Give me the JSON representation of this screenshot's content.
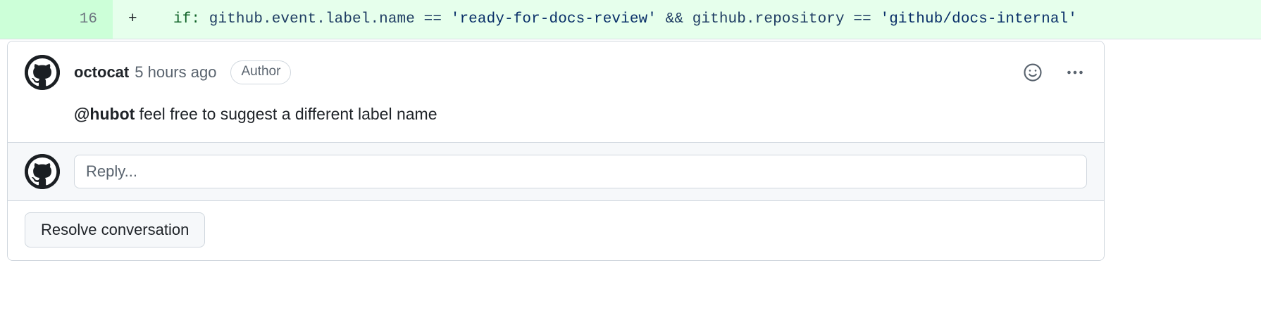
{
  "diff": {
    "line_number": "16",
    "marker": "+",
    "code_full": "if: github.event.label.name == 'ready-for-docs-review' && github.repository == 'github/docs-internal'",
    "tokens": {
      "keyword": "if:",
      "expr_left": " github.event.label.name ",
      "eq1": "==",
      "string1": " 'ready-for-docs-review' ",
      "and": "&&",
      "expr_right": " github.repository ",
      "eq2": "==",
      "string2": " 'github/docs-internal'"
    },
    "added_bg": "#e6ffec",
    "lineno_bg": "#ccffd8"
  },
  "comment": {
    "avatar_name": "octocat-avatar",
    "author": "octocat",
    "timestamp": "5 hours ago",
    "badge": "Author",
    "body_mention": "@hubot",
    "body_rest": " feel free to suggest a different label name",
    "actions": {
      "react": "smiley-icon",
      "more": "kebab-menu-icon"
    }
  },
  "reply": {
    "avatar_name": "viewer-avatar",
    "placeholder": "Reply...",
    "value": ""
  },
  "footer": {
    "resolve_label": "Resolve conversation"
  },
  "colors": {
    "border": "#d0d7de",
    "muted_text": "#59636e",
    "text": "#1f2328",
    "subtle_bg": "#f6f8fa"
  }
}
